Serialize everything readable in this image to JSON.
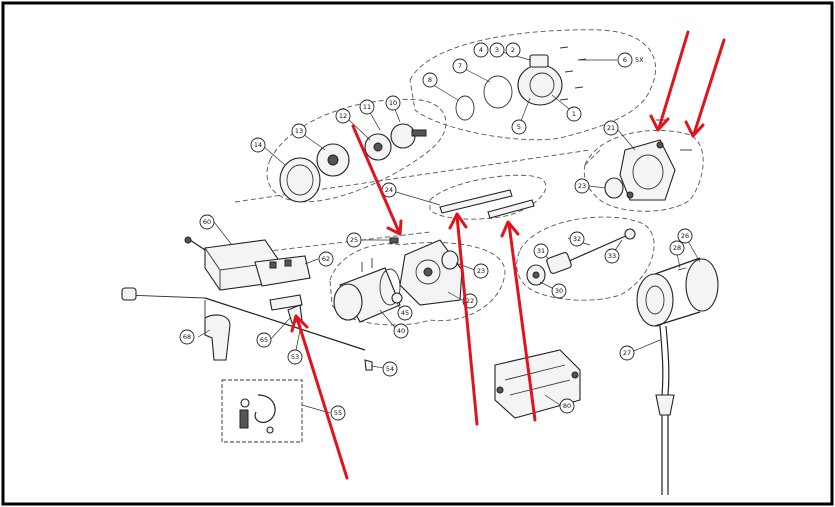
{
  "diagram": {
    "title": "Winch exploded parts diagram",
    "callouts": [
      {
        "id": "c4",
        "label": "4"
      },
      {
        "id": "c3",
        "label": "3"
      },
      {
        "id": "c2",
        "label": "2"
      },
      {
        "id": "c6",
        "label": "6"
      },
      {
        "id": "c8",
        "label": "8"
      },
      {
        "id": "c7",
        "label": "7"
      },
      {
        "id": "c5",
        "label": "5"
      },
      {
        "id": "c1",
        "label": "1"
      },
      {
        "id": "c12",
        "label": "12"
      },
      {
        "id": "c11",
        "label": "11"
      },
      {
        "id": "c10",
        "label": "10"
      },
      {
        "id": "c13",
        "label": "13"
      },
      {
        "id": "c14",
        "label": "14"
      },
      {
        "id": "c21",
        "label": "21"
      },
      {
        "id": "c23a",
        "label": "23"
      },
      {
        "id": "c24",
        "label": "24"
      },
      {
        "id": "c25",
        "label": "25"
      },
      {
        "id": "c23b",
        "label": "23"
      },
      {
        "id": "c22",
        "label": "22"
      },
      {
        "id": "c32",
        "label": "32"
      },
      {
        "id": "c31",
        "label": "31"
      },
      {
        "id": "c33",
        "label": "33"
      },
      {
        "id": "c30",
        "label": "30"
      },
      {
        "id": "c26",
        "label": "26"
      },
      {
        "id": "c28",
        "label": "28"
      },
      {
        "id": "c27",
        "label": "27"
      },
      {
        "id": "c60",
        "label": "60"
      },
      {
        "id": "c62",
        "label": "62"
      },
      {
        "id": "c45",
        "label": "45"
      },
      {
        "id": "c40",
        "label": "40"
      },
      {
        "id": "c65",
        "label": "65"
      },
      {
        "id": "c53",
        "label": "53"
      },
      {
        "id": "c54",
        "label": "54"
      },
      {
        "id": "c68",
        "label": "68"
      },
      {
        "id": "c55",
        "label": "55"
      },
      {
        "id": "c80",
        "label": "80"
      }
    ],
    "qty_note": "5X"
  }
}
